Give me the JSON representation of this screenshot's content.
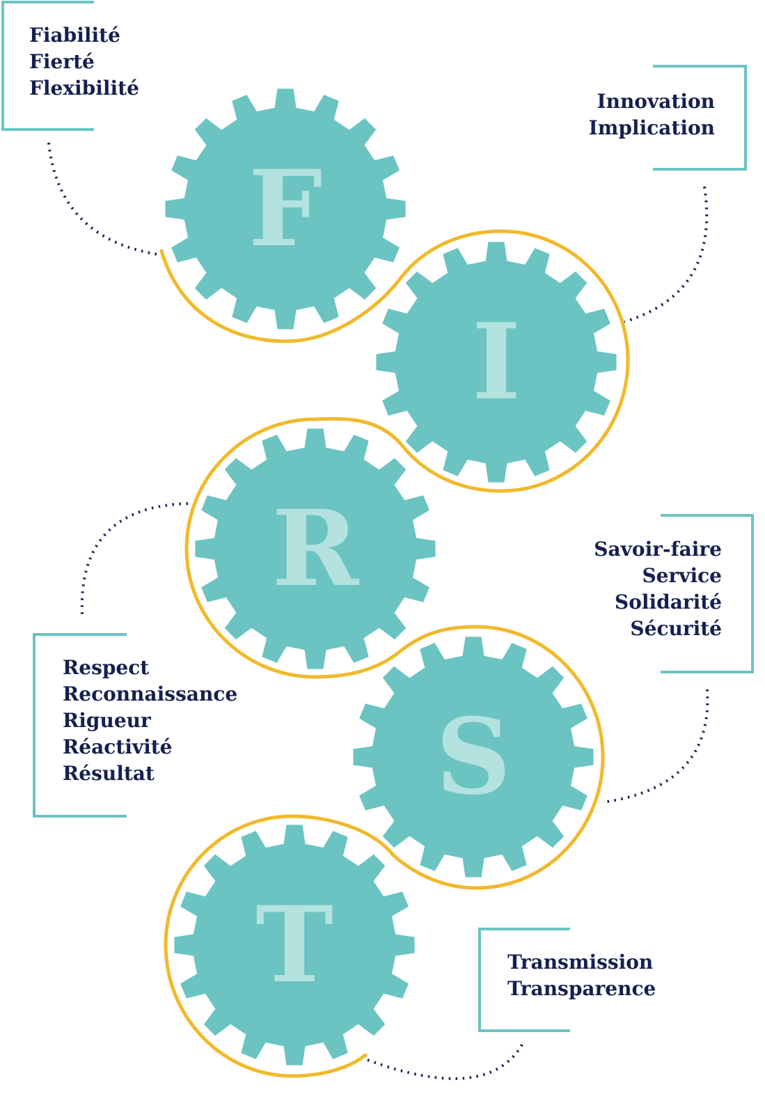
{
  "colors": {
    "gear": "#6bc4c2",
    "letter": "#b3e2df",
    "frame": "#6bc4c2",
    "path": "#f1b92b",
    "dots": "#1a2352",
    "text": "#15204f"
  },
  "gears": [
    {
      "letter": "F",
      "icon": "gear-icon"
    },
    {
      "letter": "I",
      "icon": "gear-icon"
    },
    {
      "letter": "R",
      "icon": "gear-icon"
    },
    {
      "letter": "S",
      "icon": "gear-icon"
    },
    {
      "letter": "T",
      "icon": "gear-icon"
    }
  ],
  "values": {
    "f": [
      "Fiabilité",
      "Fierté",
      "Flexibilité"
    ],
    "i": [
      "Innovation",
      "Implication"
    ],
    "r": [
      "Respect",
      "Reconnaissance",
      "Rigueur",
      "Réactivité",
      "Résultat"
    ],
    "s": [
      "Savoir-faire",
      "Service",
      "Solidarité",
      "Sécurité"
    ],
    "t": [
      "Transmission",
      "Transparence"
    ]
  }
}
